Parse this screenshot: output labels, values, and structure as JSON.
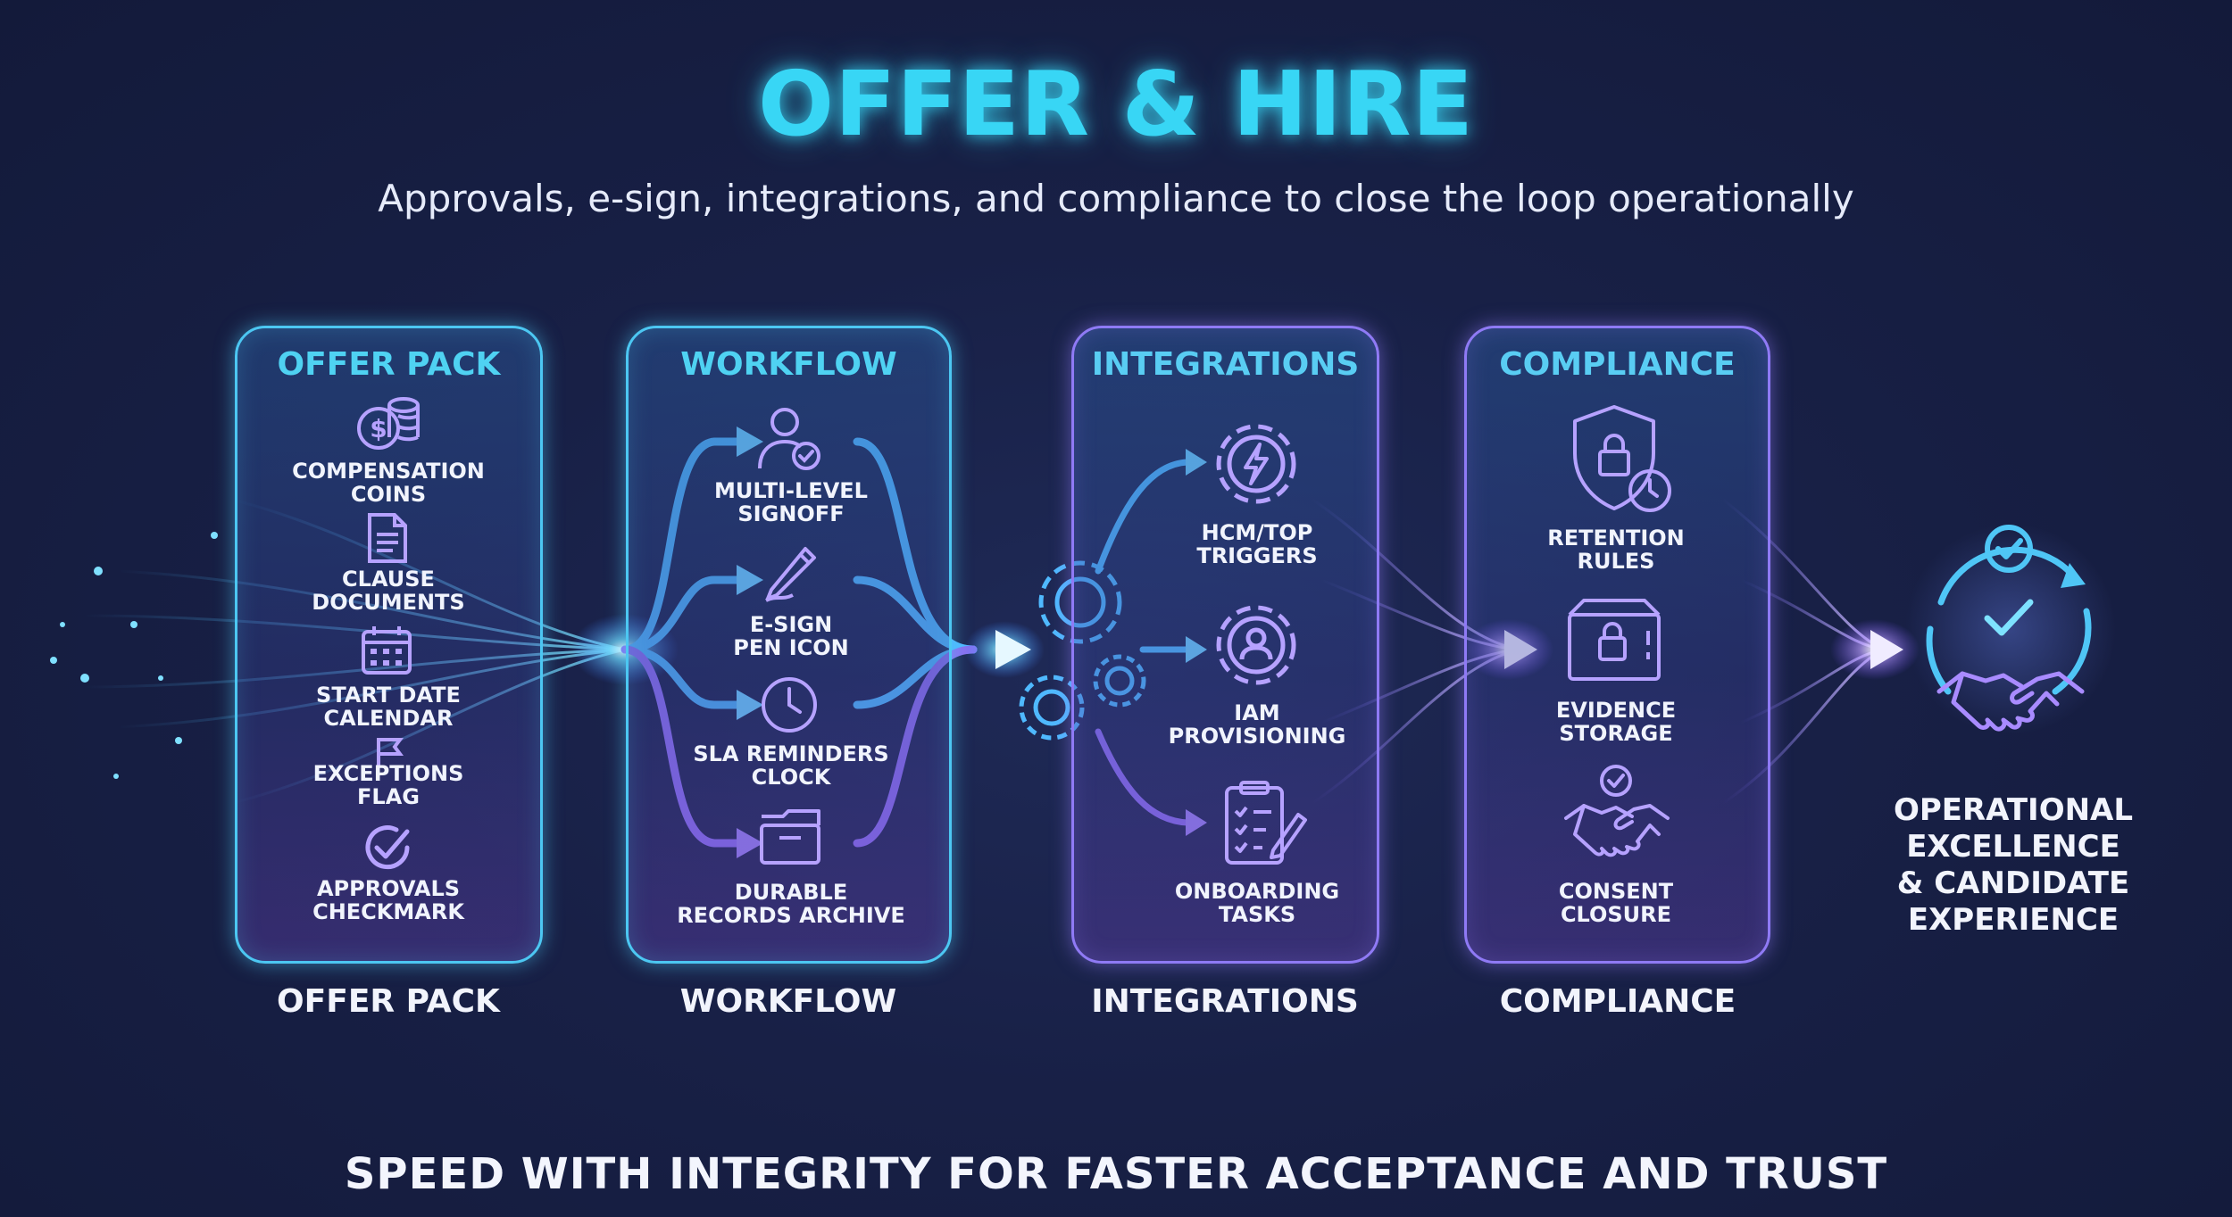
{
  "title": "OFFER & HIRE",
  "subtitle": "Approvals, e-sign, integrations, and compliance to close the loop operationally",
  "footer": "SPEED WITH INTEGRITY FOR FASTER ACCEPTANCE AND TRUST",
  "colors": {
    "cyan": "#38d6f5",
    "purple": "#8f7af5",
    "background": "#182046"
  },
  "panels": [
    {
      "heading": "OFFER PACK",
      "label": "OFFER PACK",
      "items": [
        {
          "label": "COMPENSATION\nCOINS",
          "icon": "coins-icon"
        },
        {
          "label": "CLAUSE\nDOCUMENTS",
          "icon": "document-icon"
        },
        {
          "label": "START DATE\nCALENDAR",
          "icon": "calendar-icon"
        },
        {
          "label": "EXCEPTIONS\nFLAG",
          "icon": "flag-icon"
        },
        {
          "label": "APPROVALS\nCHECKMARK",
          "icon": "checkmark-icon"
        }
      ]
    },
    {
      "heading": "WORKFLOW",
      "label": "WORKFLOW",
      "items": [
        {
          "label": "MULTI-LEVEL\nSIGNOFF",
          "icon": "user-check-icon"
        },
        {
          "label": "E-SIGN\nPEN ICON",
          "icon": "pen-icon"
        },
        {
          "label": "SLA REMINDERS\nCLOCK",
          "icon": "clock-icon"
        },
        {
          "label": "DURABLE\nRECORDS ARCHIVE",
          "icon": "archive-icon"
        }
      ]
    },
    {
      "heading": "INTEGRATIONS",
      "label": "INTEGRATIONS",
      "items": [
        {
          "label": "HCM/TOP\nTRIGGERS",
          "icon": "gear-bolt-icon"
        },
        {
          "label": "IAM\nPROVISIONING",
          "icon": "gear-user-icon"
        },
        {
          "label": "ONBOARDING\nTASKS",
          "icon": "clipboard-icon"
        }
      ]
    },
    {
      "heading": "COMPLIANCE",
      "label": "COMPLIANCE",
      "items": [
        {
          "label": "RETENTION\nRULES",
          "icon": "shield-lock-icon"
        },
        {
          "label": "EVIDENCE\nSTORAGE",
          "icon": "locked-box-icon"
        },
        {
          "label": "CONSENT\nCLOSURE",
          "icon": "handshake-icon"
        }
      ]
    }
  ],
  "outcome": {
    "label": "OPERATIONAL\nEXCELLENCE\n& CANDIDATE\nEXPERIENCE",
    "icon": "handshake-check-icon"
  }
}
